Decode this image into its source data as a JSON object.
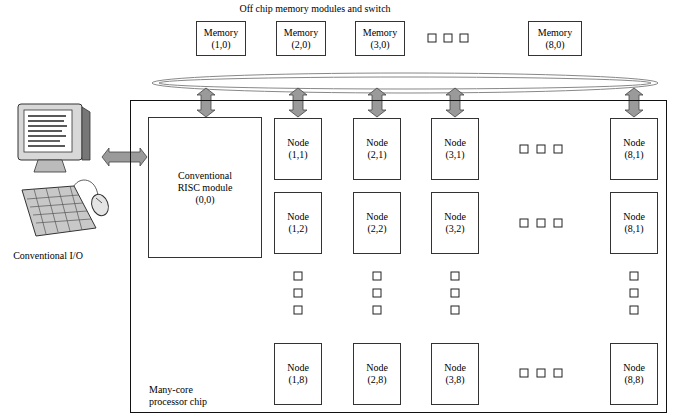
{
  "diagram": {
    "nodes": [
      {
        "text": [
          "Memory (1,0)"
        ]
      },
      {
        "text": [
          "Memory (2,0)"
        ]
      },
      {
        "text": [
          "Memory (3,0)"
        ]
      },
      {
        "text": [
          "Memory (8,0)"
        ]
      },
      {
        "text": [
          "Many-core processor chip"
        ]
      },
      {
        "text": [
          "Conventional RISC module (0,0)"
        ],
        "in": 4
      },
      {
        "text": [
          "Node (1,1)"
        ],
        "in": 4
      },
      {
        "text": [
          "Node (2,1)"
        ],
        "in": 4
      },
      {
        "text": [
          "Node (3,1)"
        ],
        "in": 4
      },
      {
        "text": [
          "Node (8,1)"
        ],
        "in": 4
      },
      {
        "text": [
          "Node (1,2)"
        ],
        "in": 4
      },
      {
        "text": [
          "Node (2,2)"
        ],
        "in": 4
      },
      {
        "text": [
          "Node (3,2)"
        ],
        "in": 4
      },
      {
        "text": [
          "Node (8,1)"
        ],
        "in": 4
      },
      {
        "text": [
          "Node (1,8)"
        ],
        "in": 4
      },
      {
        "text": [
          "Node (2,8)"
        ],
        "in": 4
      },
      {
        "text": [
          "Node (3,8)"
        ],
        "in": 4
      },
      {
        "text": [
          "Node (8,8)"
        ],
        "in": 4
      }
    ],
    "labels": [
      "Off chip memory modules and switch",
      "Conventional I/O"
    ]
  }
}
